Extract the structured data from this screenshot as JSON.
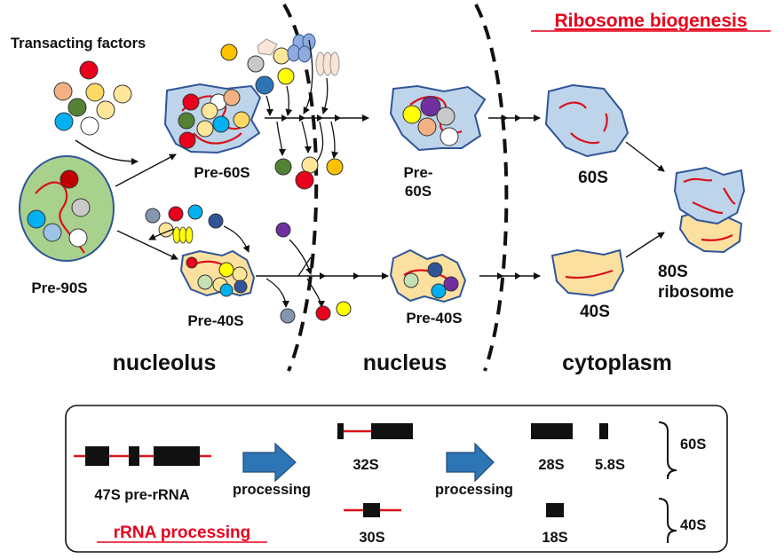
{
  "title": "Ribosome biogenesis",
  "transacting_factors": "Transacting factors",
  "labels": {
    "pre90s": "Pre-90S",
    "pre60s_a": "Pre-60S",
    "pre40s_a": "Pre-40S",
    "pre60s_b_line1": "Pre-",
    "pre60s_b_line2": "60S",
    "pre40s_b": "Pre-40S",
    "s60": "60S",
    "s40": "40S",
    "s80_line1": "80S",
    "s80_line2": "ribosome"
  },
  "compartments": {
    "nucleolus": "nucleolus",
    "nucleus": "nucleus",
    "cytoplasm": "cytoplasm"
  },
  "rrna": {
    "title": "rRNA processing",
    "pre_rrna": "47S pre-rRNA",
    "processing1": "processing",
    "processing2": "processing",
    "s32": "32S",
    "s28": "28S",
    "s58": "5.8S",
    "s30": "30S",
    "s18": "18S",
    "bracket60": "60S",
    "bracket40": "40S"
  },
  "colors": {
    "title_red": "#e8001c",
    "rna_red": "#d8121b",
    "large_subunit": "#bdd4ea",
    "small_subunit": "#fbe0a0",
    "pre90s_fill": "#a6d27a",
    "arrow_blue": "#2e75b6"
  }
}
